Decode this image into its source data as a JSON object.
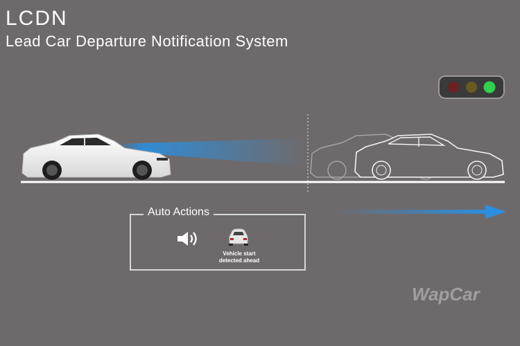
{
  "header": {
    "title": "LCDN",
    "subtitle": "Lead Car Departure Notification System"
  },
  "traffic_light": {
    "active": "green",
    "colors": [
      "#8a2a2a",
      "#7a6a2a",
      "#2fd24a"
    ]
  },
  "auto_actions": {
    "title": "Auto Actions",
    "items": [
      {
        "icon": "speaker-icon"
      },
      {
        "icon": "car-icon",
        "caption_line1": "Vehicle start",
        "caption_line2": "detected ahead"
      }
    ]
  },
  "watermark": "WapCar",
  "colors": {
    "background": "#6e6a6c",
    "beam": "#2a8fe0",
    "road": "#ffffff"
  }
}
